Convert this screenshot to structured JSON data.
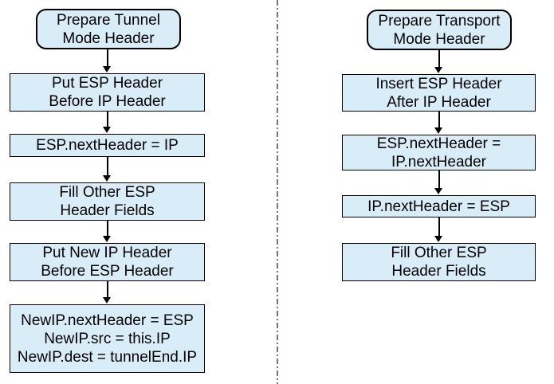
{
  "diagram": {
    "colors": {
      "background": "#ffffff",
      "box-fill": "#d8edf8",
      "box-border": "#000000",
      "divider": "#777777",
      "arrow": "#000000",
      "text": "#000000"
    },
    "left_flow": {
      "nodes": [
        {
          "shape": "rounded",
          "text": "Prepare Tunnel\nMode Header"
        },
        {
          "shape": "rect",
          "text": "Put ESP Header\nBefore IP Header"
        },
        {
          "shape": "rect",
          "text": "ESP.nextHeader = IP"
        },
        {
          "shape": "rect",
          "text": "Fill Other ESP\nHeader Fields"
        },
        {
          "shape": "rect",
          "text": "Put New IP Header\nBefore ESP Header"
        },
        {
          "shape": "rect",
          "text": "NewIP.nextHeader = ESP\nNewIP.src = this.IP\nNewIP.dest = tunnelEnd.IP"
        }
      ]
    },
    "right_flow": {
      "nodes": [
        {
          "shape": "rounded",
          "text": "Prepare Transport\nMode Header"
        },
        {
          "shape": "rect",
          "text": "Insert ESP Header\nAfter IP Header"
        },
        {
          "shape": "rect",
          "text": "ESP.nextHeader =\nIP.nextHeader"
        },
        {
          "shape": "rect",
          "text": "IP.nextHeader = ESP"
        },
        {
          "shape": "rect",
          "text": "Fill Other ESP\nHeader Fields"
        }
      ]
    }
  }
}
